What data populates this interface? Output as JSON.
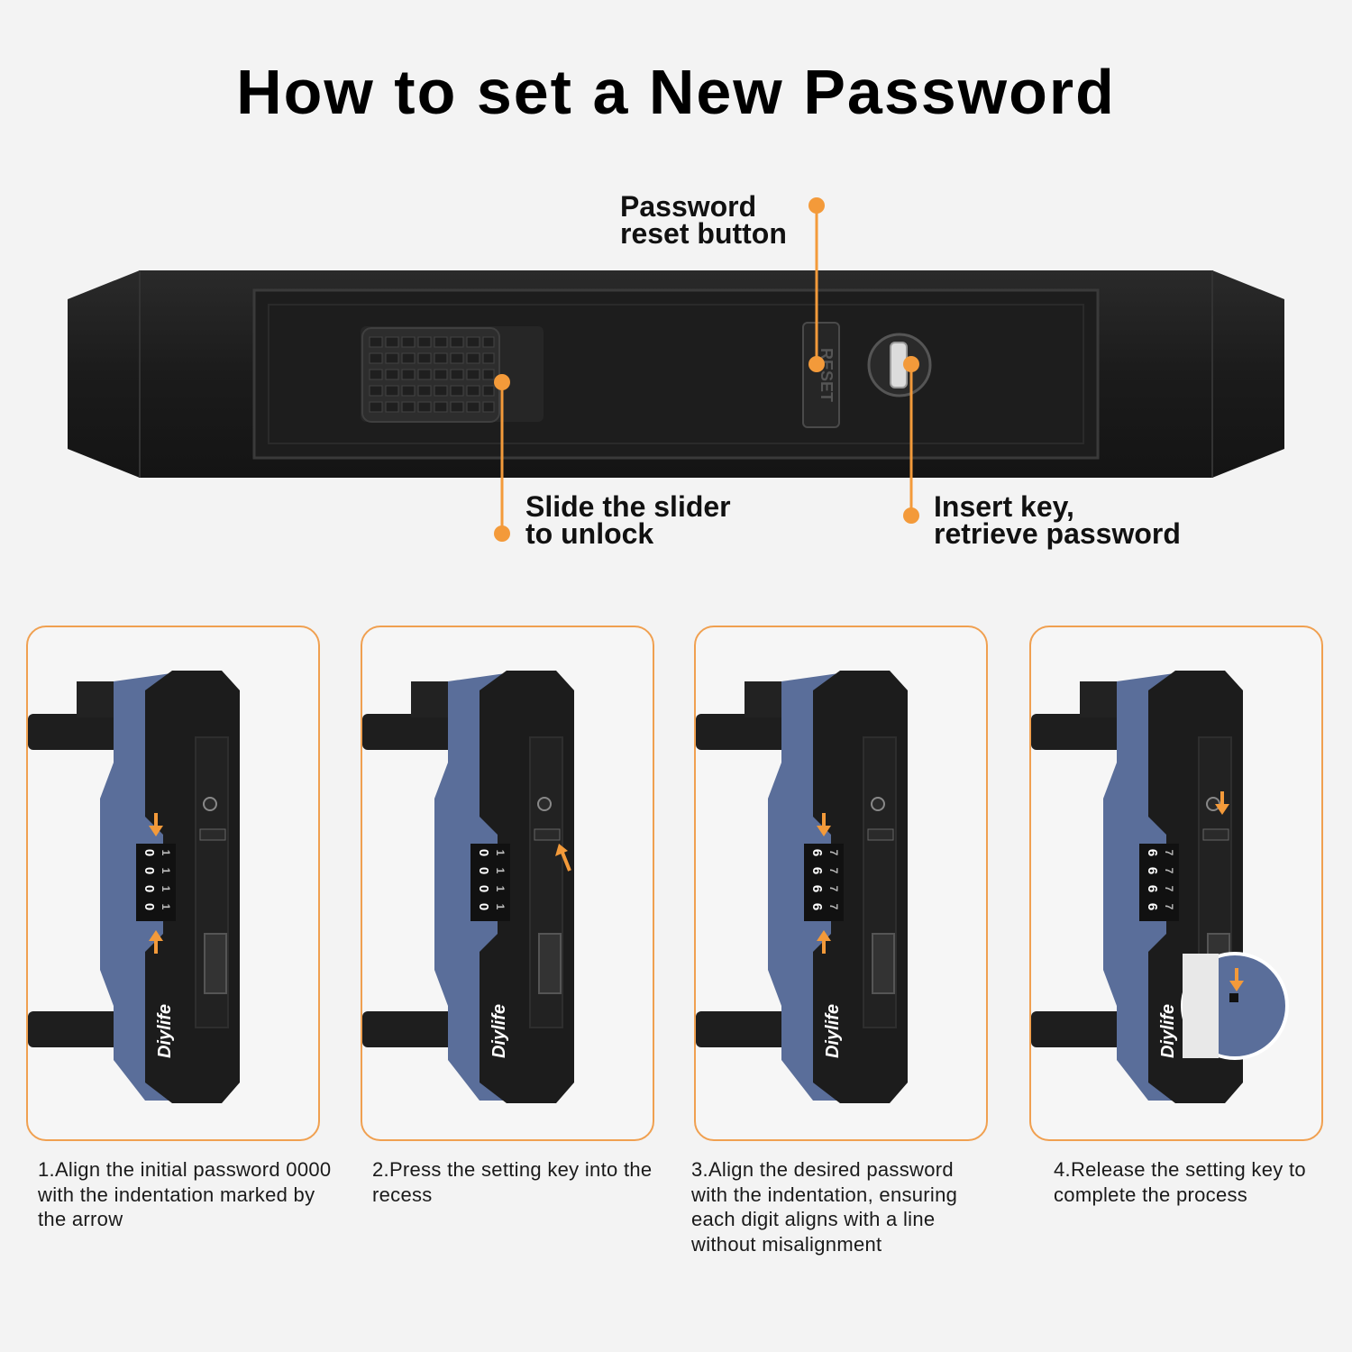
{
  "title": "How to set a New Password",
  "callouts": {
    "reset": [
      "Password",
      "reset button"
    ],
    "slider": [
      "Slide the slider",
      "to unlock"
    ],
    "key": [
      "Insert key,",
      "retrieve password"
    ]
  },
  "lock_labels": {
    "reset_engraving": "RESET",
    "brand": "Diylife"
  },
  "steps": [
    {
      "text": "1.Align the initial password 0000 with the indentation marked by the arrow",
      "digits": [
        "0",
        "0",
        "0",
        "0"
      ],
      "next_digits": [
        "1",
        "1",
        "1",
        "1"
      ]
    },
    {
      "text": "2.Press the setting key into the recess",
      "digits": [
        "0",
        "0",
        "0",
        "0"
      ],
      "next_digits": [
        "1",
        "1",
        "1",
        "1"
      ]
    },
    {
      "text": "3.Align the desired password with the indentation, ensuring each digit aligns with a line without misalignment",
      "digits": [
        "6",
        "6",
        "6",
        "6"
      ],
      "next_digits": [
        "7",
        "7",
        "7",
        "7"
      ]
    },
    {
      "text": "4.Release the setting key to complete the process",
      "digits": [
        "6",
        "6",
        "6",
        "6"
      ],
      "next_digits": [
        "7",
        "7",
        "7",
        "7"
      ]
    }
  ],
  "colors": {
    "accent": "#f39a3a",
    "card_border": "#f0a050",
    "lock_body": "#1c1c1c",
    "lock_blue": "#5a6e9a",
    "background": "#f3f3f3"
  }
}
